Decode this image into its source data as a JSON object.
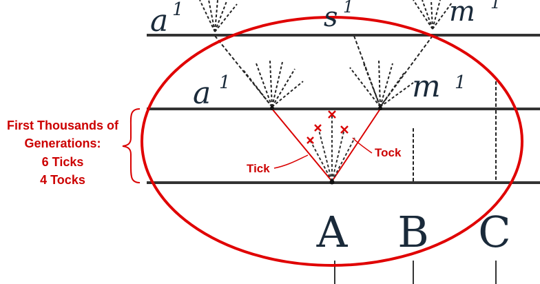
{
  "diagram": {
    "top_labels": [
      "a",
      "s",
      "m"
    ],
    "top_superscripts": [
      "1",
      "1",
      "1"
    ],
    "mid_labels": [
      "a",
      "m"
    ],
    "mid_superscripts": [
      "1",
      "1"
    ],
    "bottom_labels": [
      "A",
      "B",
      "C"
    ],
    "callout": {
      "line1": "First Thousands of",
      "line2": "Generations:",
      "line3": "6 Ticks",
      "line4": "4 Tocks"
    },
    "tick_label": "Tick",
    "tock_label": "Tock",
    "tick_count": 6,
    "tock_count": 4,
    "colors": {
      "line": "#333333",
      "dashed": "#222222",
      "accent": "#d90000",
      "ellipse": "#e00000",
      "label": "#1a2a3a"
    }
  }
}
